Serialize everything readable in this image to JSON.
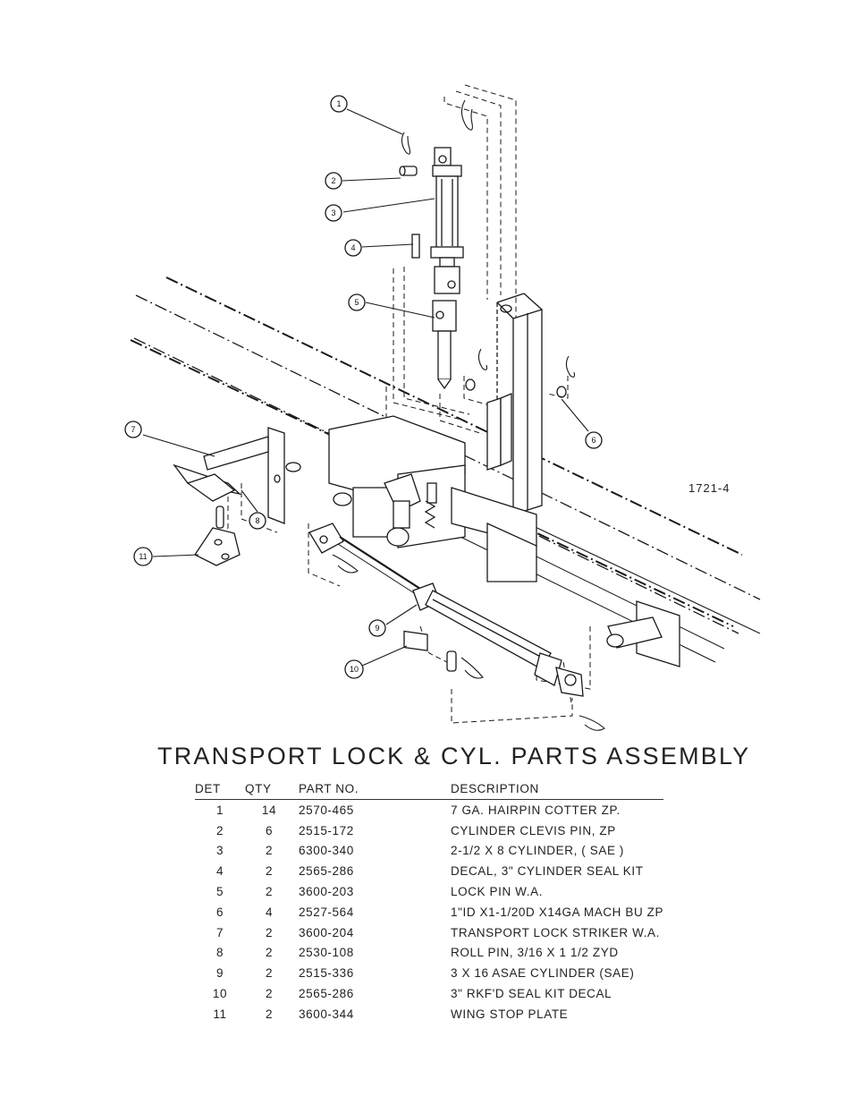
{
  "drawing_number": "1721-4",
  "title": "TRANSPORT LOCK & CYL. PARTS ASSEMBLY",
  "callouts": [
    "1",
    "2",
    "3",
    "4",
    "5",
    "6",
    "7",
    "8",
    "9",
    "10",
    "11"
  ],
  "table": {
    "headers": {
      "det": "DET",
      "qty": "QTY",
      "part": "PART NO.",
      "desc": "DESCRIPTION"
    },
    "rows": [
      {
        "det": "1",
        "qty": "14",
        "part": "2570-465",
        "desc": "7 GA. HAIRPIN COTTER ZP."
      },
      {
        "det": "2",
        "qty": "6",
        "part": "2515-172",
        "desc": "CYLINDER CLEVIS PIN, ZP"
      },
      {
        "det": "3",
        "qty": "2",
        "part": "6300-340",
        "desc": "2-1/2 X 8 CYLINDER, ( SAE )"
      },
      {
        "det": "4",
        "qty": "2",
        "part": "2565-286",
        "desc": "DECAL, 3\" CYLINDER SEAL KIT"
      },
      {
        "det": "5",
        "qty": "2",
        "part": "3600-203",
        "desc": "LOCK PIN W.A."
      },
      {
        "det": "6",
        "qty": "4",
        "part": "2527-564",
        "desc": "1\"ID X1-1/20D X14GA MACH BU ZP"
      },
      {
        "det": "7",
        "qty": "2",
        "part": "3600-204",
        "desc": "TRANSPORT LOCK STRIKER W.A."
      },
      {
        "det": "8",
        "qty": "2",
        "part": "2530-108",
        "desc": "ROLL PIN, 3/16 X 1 1/2 ZYD"
      },
      {
        "det": "9",
        "qty": "2",
        "part": "2515-336",
        "desc": "3 X 16 ASAE CYLINDER (SAE)"
      },
      {
        "det": "10",
        "qty": "2",
        "part": "2565-286",
        "desc": "3\" RKF'D SEAL KIT DECAL"
      },
      {
        "det": "11",
        "qty": "2",
        "part": "3600-344",
        "desc": "WING STOP PLATE"
      }
    ]
  }
}
